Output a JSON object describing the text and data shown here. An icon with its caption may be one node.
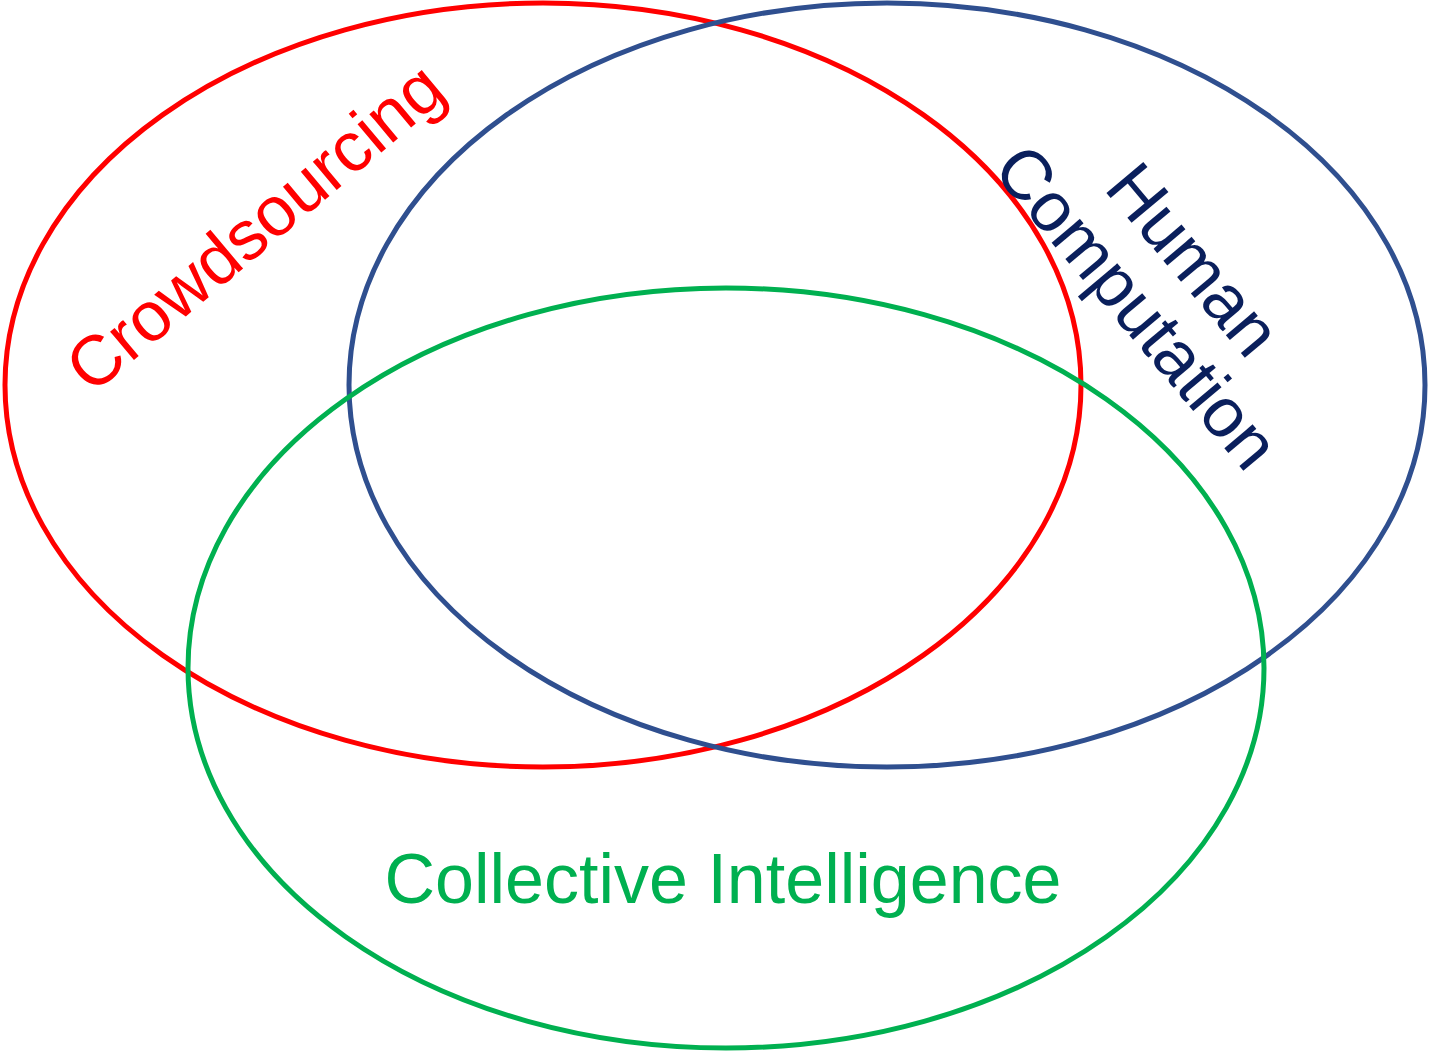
{
  "diagram": {
    "nodes": [
      {
        "text": [
          "Crowdsourcing"
        ]
      },
      {
        "text": [
          "Human Computation"
        ]
      },
      {
        "text": [
          "Collective Intelligence"
        ]
      }
    ]
  }
}
